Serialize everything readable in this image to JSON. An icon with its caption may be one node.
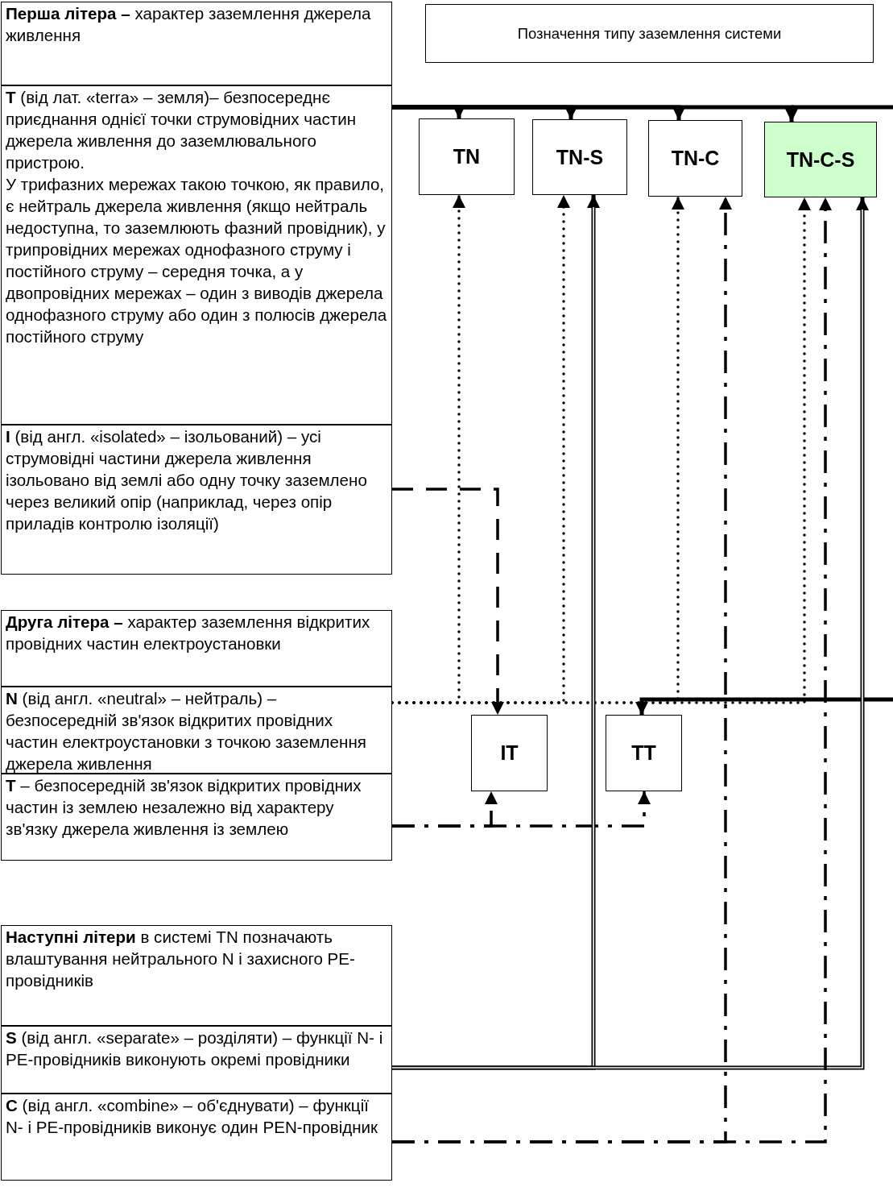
{
  "diagram": {
    "nodes": [
      {
        "text": [
          "**Перша літера –** характер заземлення джерела живлення"
        ]
      },
      {
        "text": [
          "**T** (від лат. «terra» – земля)– безпосереднє приєднання однієї точки струмовідних частин джерела живлення до заземлювального пристрою.",
          "У трифазних мережах такою точкою, як правило, є нейтраль джерела живлення (якщо нейтраль недоступна, то заземлюють фазний провідник), у трипровідних мережах однофазного струму і постійного струму – середня точка, а у двопровідних мережах – один з виводів джерела однофазного струму або один з полюсів джерела постійного струму"
        ]
      },
      {
        "text": [
          "**I** (від англ. «isolated» – ізольований) – усі струмовідні частини джерела живлення ізольовано від землі або одну точку заземлено через великий опір (наприклад, через опір приладів контролю ізоляції)"
        ]
      },
      {
        "text": [
          "**Друга літера –** характер заземлення відкритих провідних частин електроустановки"
        ]
      },
      {
        "text": [
          "**N** (від англ. «neutral» – нейтраль) – безпосередній зв'язок відкритих провідних частин електроустановки з точкою заземлення джерела живлення"
        ]
      },
      {
        "text": [
          "**T** – безпосередній зв'язок відкритих провідних частин із землею незалежно від характеру зв'язку джерела живлення із землею"
        ]
      },
      {
        "text": [
          "**Наступні літери** в системі TN позначають влаштування нейтрального N і захисного PE-провідників"
        ]
      },
      {
        "text": [
          "**S** (від англ. «separate» – розділяти) – функції N- і PE-провідників виконують окремі провідники"
        ]
      },
      {
        "text": [
          "**C** (від англ. «combine» – об'єднувати) – функції N- і PE-провідників виконує один PEN-провідник"
        ]
      },
      {
        "text": [
          "Позначення типу заземлення системи"
        ]
      },
      {
        "text": [
          "TN"
        ]
      },
      {
        "text": [
          "TN-S"
        ]
      },
      {
        "text": [
          "TN-C"
        ]
      },
      {
        "text": [
          "TN-C-S"
        ]
      },
      {
        "text": [
          "IT"
        ]
      },
      {
        "text": [
          "TT"
        ]
      }
    ],
    "edges": [
      {
        "from": 1,
        "to": 10,
        "arrow": "to"
      },
      {
        "from": 1,
        "to": 11,
        "arrow": "to"
      },
      {
        "from": 1,
        "to": 12,
        "arrow": "to"
      },
      {
        "from": 1,
        "to": 13,
        "arrow": "to"
      },
      {
        "from": 2,
        "to": 14,
        "arrow": "to",
        "style": "dashed"
      },
      {
        "from": 4,
        "to": 10,
        "arrow": "to",
        "style": "dashed"
      },
      {
        "from": 4,
        "to": 11,
        "arrow": "to",
        "style": "dashed"
      },
      {
        "from": 4,
        "to": 12,
        "arrow": "to",
        "style": "dashed"
      },
      {
        "from": 4,
        "to": 13,
        "arrow": "to",
        "style": "dashed"
      },
      {
        "from": null,
        "to": 15,
        "arrow": "to"
      },
      {
        "from": 5,
        "to": 14,
        "arrow": "to",
        "style": "dashed"
      },
      {
        "from": 5,
        "to": 15,
        "arrow": "to",
        "style": "dashed"
      },
      {
        "from": 7,
        "to": 11,
        "arrow": "to"
      },
      {
        "from": 7,
        "to": 13,
        "arrow": "to"
      },
      {
        "from": 8,
        "to": 12,
        "arrow": "to",
        "style": "dashed"
      },
      {
        "from": 8,
        "to": 13,
        "arrow": "to",
        "style": "dashed"
      }
    ]
  }
}
